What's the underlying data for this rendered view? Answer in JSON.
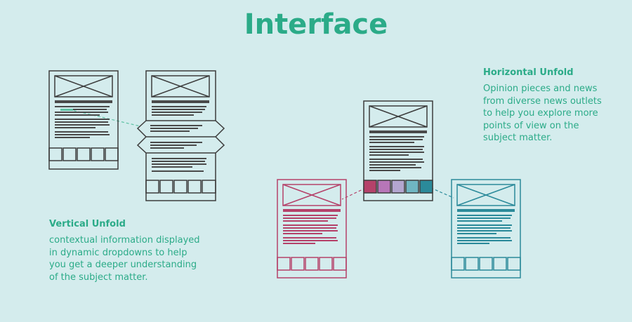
{
  "colors": {
    "background": "#d4eced",
    "accent": "#2bab88",
    "outline": "#3d3d3d",
    "bar": "#4a4a4a",
    "magenta": "#b5426a",
    "teal": "#2b8a9a",
    "link": "#5fc2a4"
  },
  "title": "Interface",
  "vertical": {
    "heading": "Vertical Unfold",
    "lines": [
      "contextual information displayed",
      "in dynamic dropdowns to help",
      "you get a deeper understanding",
      "of the subject matter."
    ]
  },
  "horizontal": {
    "heading": "Horizontal Unfold",
    "lines": [
      "Opinion pieces and news",
      "from diverse news outlets",
      "to help you explore more",
      "points of view on the",
      "subject matter."
    ]
  },
  "swatches": [
    "#b5426a",
    "#b776b8",
    "#b3a6cf",
    "#6fb6c2",
    "#2b8a9a"
  ]
}
